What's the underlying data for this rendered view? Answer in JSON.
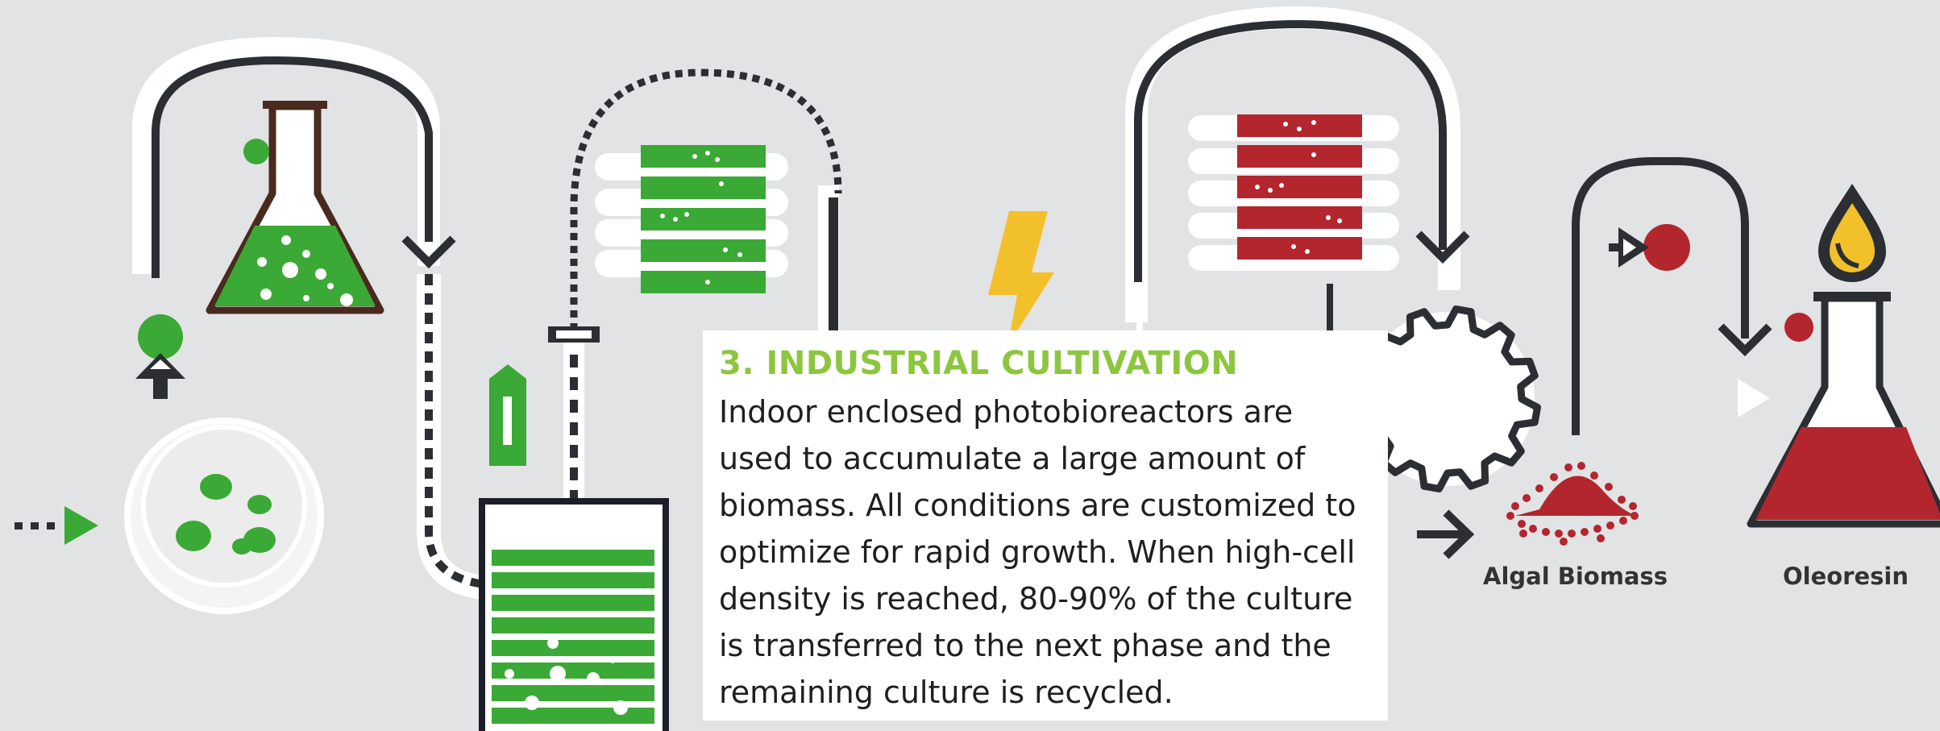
{
  "popup": {
    "title": "3. INDUSTRIAL CULTIVATION",
    "body": "Indoor enclosed photobioreactors are used to accumulate a large amount of biomass. All conditions are customized to optimize for rapid growth. When high-cell density is reached, 80-90% of the culture is transferred to the next phase and the remaining culture is recycled."
  },
  "labels": {
    "biomass": "Algal Biomass",
    "oleoresin": "Oleoresin"
  },
  "colors": {
    "background": "#e2e3e5",
    "green": "#3aa935",
    "red": "#b3262e",
    "dark": "#2b2e33",
    "yellow": "#f2c02b",
    "title_green": "#8cc63f"
  },
  "icons": [
    "petri-dish-icon",
    "flask-icon",
    "photobioreactor-icon",
    "bioreactor-tank-icon",
    "lightning-icon",
    "gear-icon",
    "biomass-pile-icon",
    "oleoresin-flask-icon",
    "flame-drop-icon"
  ]
}
